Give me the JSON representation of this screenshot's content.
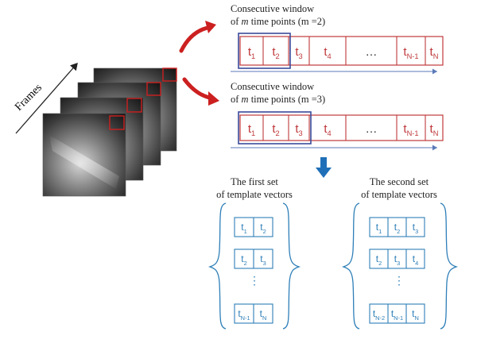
{
  "frames_axis_label": "Frames",
  "window_m2": {
    "title_line1": "Consecutive window",
    "title_line2_pre": "of ",
    "title_line2_var": "m",
    "title_line2_post": " time points (m =2)",
    "cells": [
      {
        "base": "t",
        "sub": "1"
      },
      {
        "base": "t",
        "sub": "2"
      },
      {
        "base": "t",
        "sub": "3"
      },
      {
        "base": "t",
        "sub": "4"
      },
      {
        "base": "…",
        "sub": ""
      },
      {
        "base": "t",
        "sub": "N-1"
      },
      {
        "base": "t",
        "sub": "N"
      }
    ]
  },
  "window_m3": {
    "title_line1": "Consecutive window",
    "title_line2_pre": "of ",
    "title_line2_var": "m",
    "title_line2_post": " time points (m =3)",
    "cells": [
      {
        "base": "t",
        "sub": "1"
      },
      {
        "base": "t",
        "sub": "2"
      },
      {
        "base": "t",
        "sub": "3"
      },
      {
        "base": "t",
        "sub": "4"
      },
      {
        "base": "…",
        "sub": ""
      },
      {
        "base": "t",
        "sub": "N-1"
      },
      {
        "base": "t",
        "sub": "N"
      }
    ]
  },
  "first_set": {
    "title_line1": "The first set",
    "title_line2": "of template vectors",
    "rows": [
      [
        {
          "base": "t",
          "sub": "1"
        },
        {
          "base": "t",
          "sub": "2"
        }
      ],
      [
        {
          "base": "t",
          "sub": "2"
        },
        {
          "base": "t",
          "sub": "3"
        }
      ],
      [
        {
          "base": "t",
          "sub": "N-1"
        },
        {
          "base": "t",
          "sub": "N"
        }
      ]
    ]
  },
  "second_set": {
    "title_line1": "The second set",
    "title_line2": "of template vectors",
    "rows": [
      [
        {
          "base": "t",
          "sub": "1"
        },
        {
          "base": "t",
          "sub": "2"
        },
        {
          "base": "t",
          "sub": "3"
        }
      ],
      [
        {
          "base": "t",
          "sub": "2"
        },
        {
          "base": "t",
          "sub": "3"
        },
        {
          "base": "t",
          "sub": "4"
        }
      ],
      [
        {
          "base": "t",
          "sub": "N-2"
        },
        {
          "base": "t",
          "sub": "N-1"
        },
        {
          "base": "t",
          "sub": "N"
        }
      ]
    ]
  },
  "colors": {
    "red": "#c0393b",
    "navy": "#3a4a9a",
    "blue": "#2e7fb8",
    "arrow_blue": "#1f6fb8",
    "timeline": "#5a7ab8"
  }
}
